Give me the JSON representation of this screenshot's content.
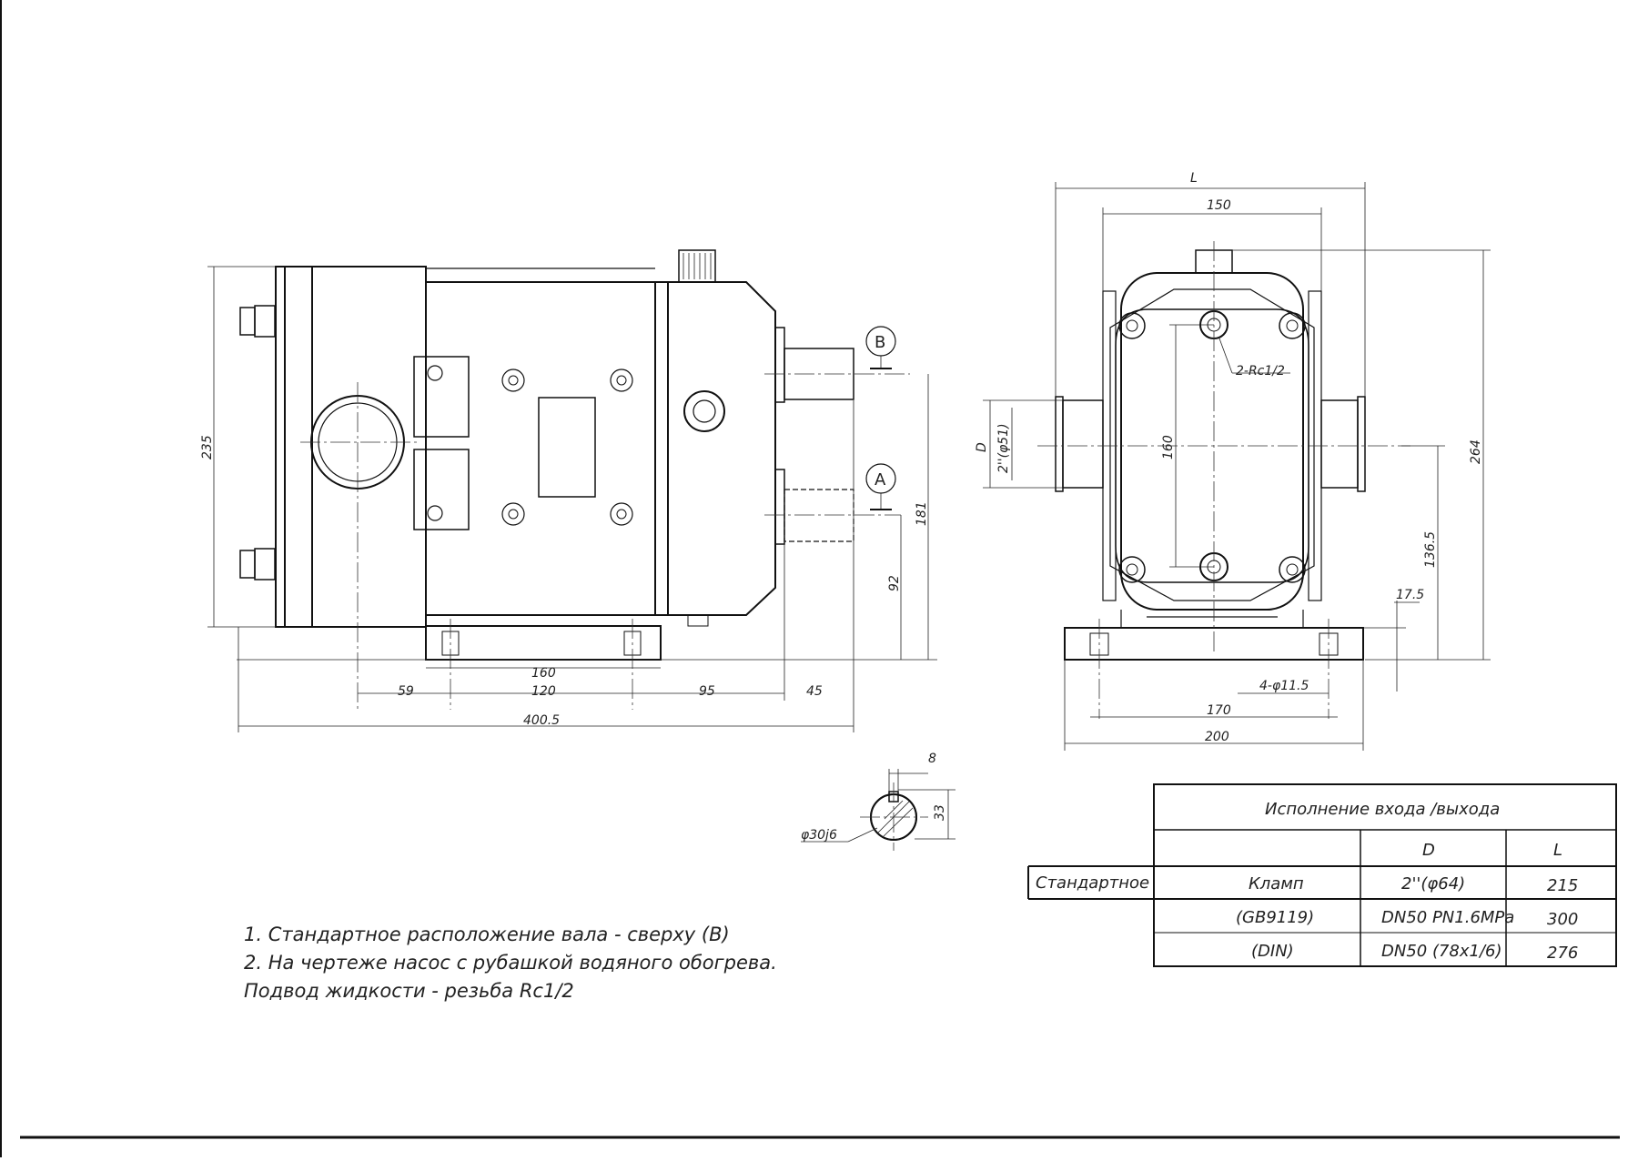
{
  "side_view": {
    "dims": {
      "height_total": "235",
      "shaft_b_height": "181",
      "shaft_a_height": "92",
      "base_length": "160",
      "hole_offset": "59",
      "hole_spacing": "120",
      "cover_to_shaft": "95",
      "shaft_len": "45",
      "overall_length": "400.5"
    },
    "markers": {
      "b": "B",
      "a": "A"
    }
  },
  "front_view": {
    "dims": {
      "overall_width": "L",
      "body_width": "150",
      "thread": "2-Rc1/2",
      "port_label": "D",
      "port_size": "2''(φ51)",
      "port_spacing": "160",
      "height_total": "264",
      "axis_height": "136.5",
      "base_thk": "17.5",
      "holes": "4-φ11.5",
      "hole_spacing": "170",
      "base_width": "200"
    }
  },
  "shaft_section": {
    "key_width": "8",
    "key_height": "33",
    "diameter": "φ30j6"
  },
  "notes": [
    "1. Стандартное расположение вала - сверху (B)",
    "2. На чертеже насос с рубашкой водяного обогрева.",
    "Подвод жидкости - резьба Rc1/2"
  ],
  "table": {
    "title": "Исполнение входа /выхода",
    "col_d": "D",
    "col_l": "L",
    "row_label": "Стандартное",
    "rows": [
      {
        "type": "Кламп",
        "d": "2''(φ64)",
        "l": "215"
      },
      {
        "type": "(GB9119)",
        "d": "DN50 PN1.6MPa",
        "l": "300"
      },
      {
        "type": "(DIN)",
        "d": "DN50 (78x1/6)",
        "l": "276"
      }
    ]
  }
}
